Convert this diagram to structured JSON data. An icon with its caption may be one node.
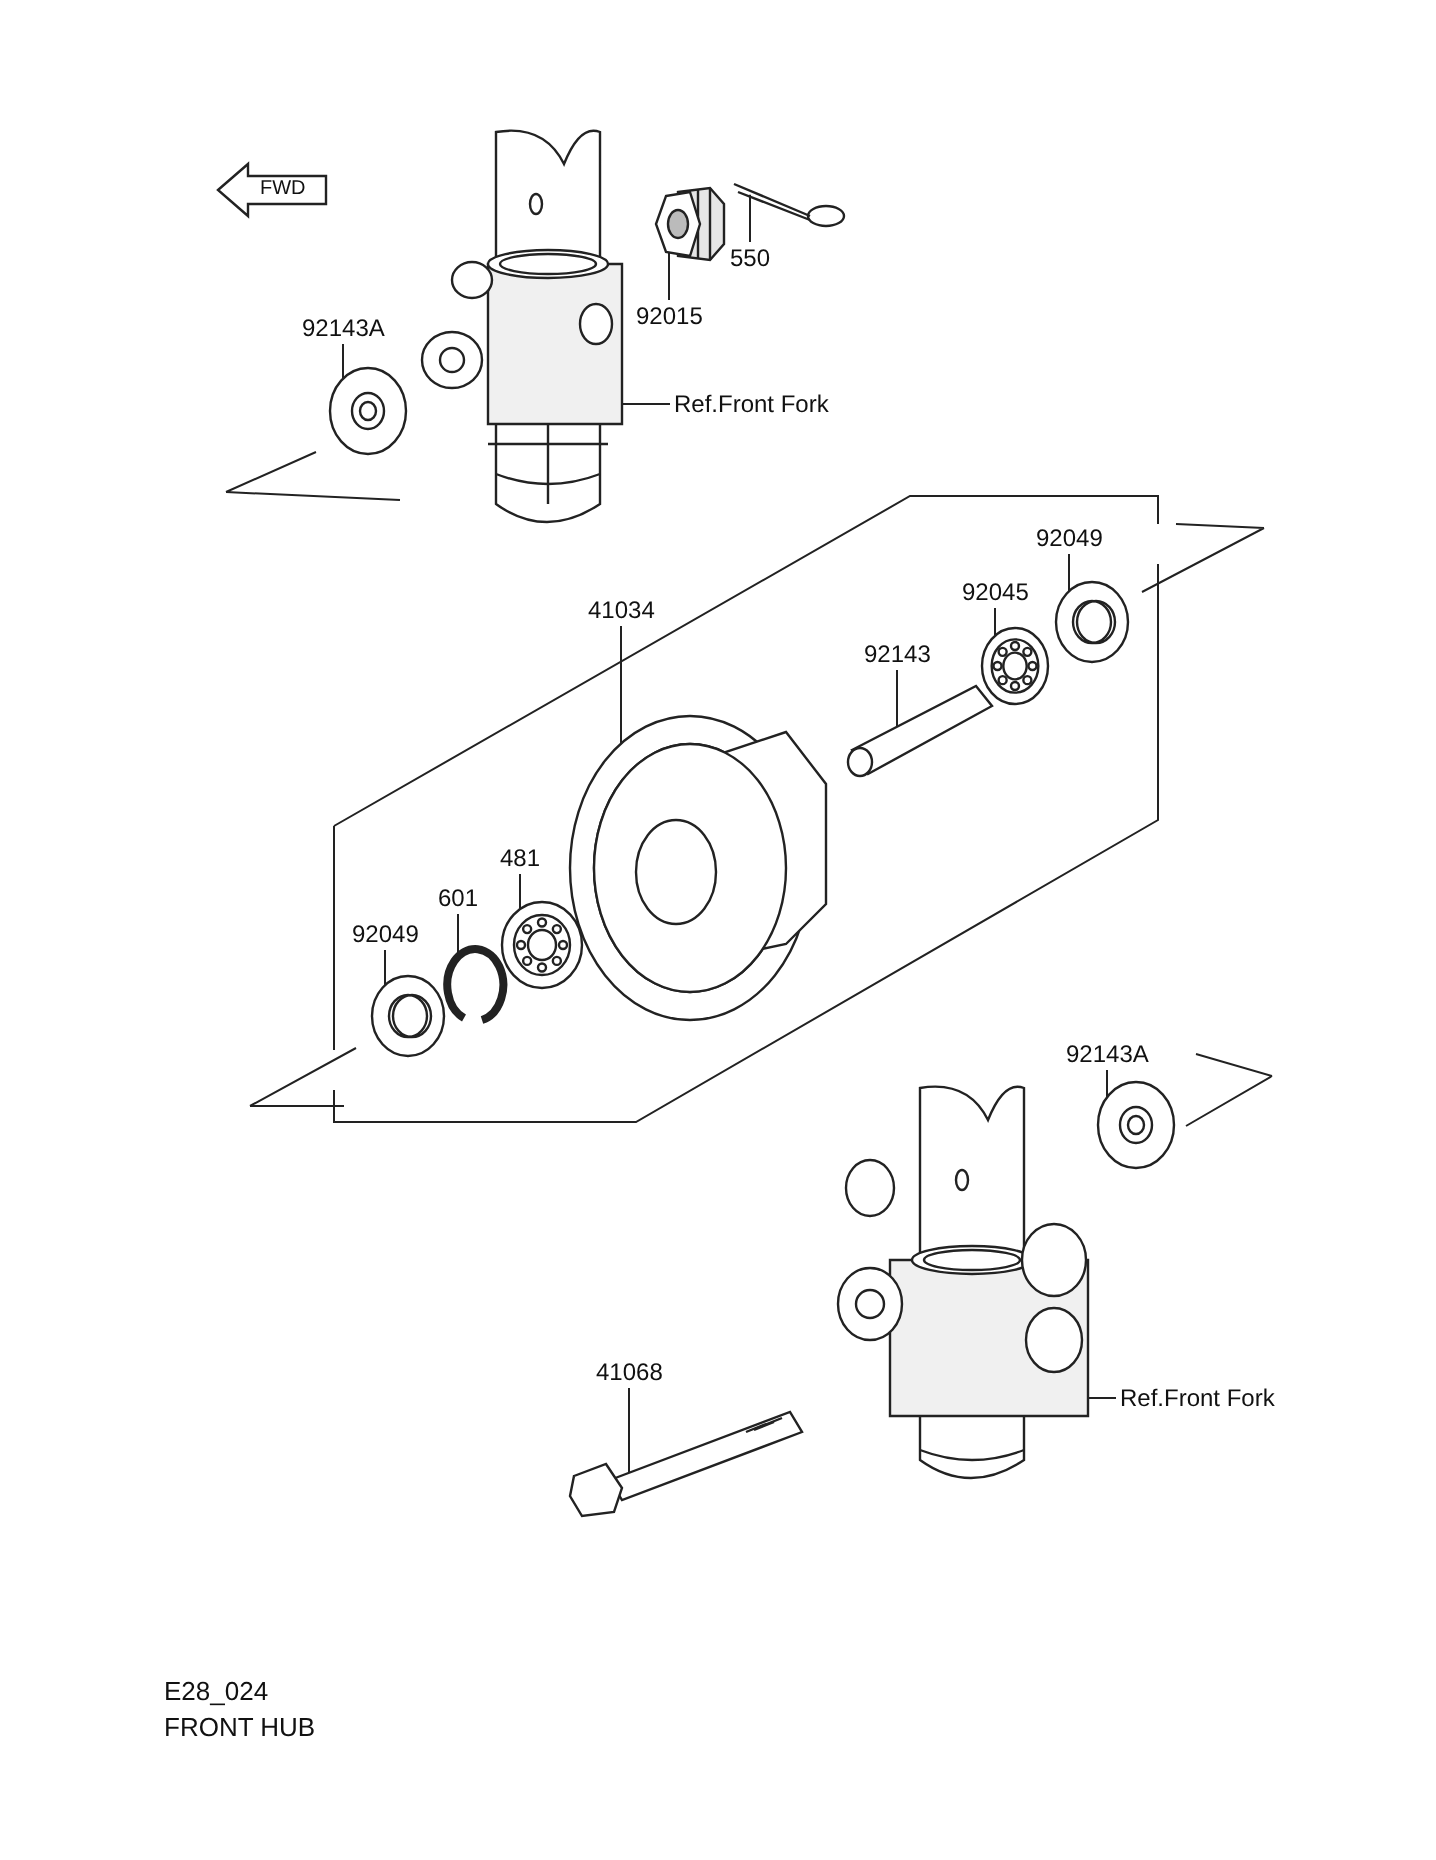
{
  "diagram": {
    "title": "FRONT HUB",
    "nodes": [
      {
        "text": [
          "550"
        ]
      },
      {
        "text": [
          "92015"
        ]
      },
      {
        "text": [
          "92143A"
        ]
      },
      {
        "text": [
          "Ref.Front Fork"
        ]
      },
      {
        "text": [
          "41034"
        ]
      },
      {
        "text": [
          "92049"
        ]
      },
      {
        "text": [
          "92045"
        ]
      },
      {
        "text": [
          "92143"
        ]
      },
      {
        "text": [
          "481"
        ]
      },
      {
        "text": [
          "601"
        ]
      },
      {
        "text": [
          "92049"
        ]
      },
      {
        "text": [
          "92143A"
        ]
      },
      {
        "text": [
          "41068"
        ]
      },
      {
        "text": [
          "Ref.Front Fork"
        ]
      },
      {
        "text": [],
        "shape": "picture"
      },
      {
        "text": [],
        "shape": "picture"
      },
      {
        "text": [],
        "shape": "picture"
      },
      {
        "text": [],
        "shape": "picture"
      },
      {
        "text": [],
        "shape": "picture"
      },
      {
        "text": [],
        "shape": "picture"
      },
      {
        "text": [],
        "shape": "picture"
      },
      {
        "text": [],
        "shape": "picture"
      },
      {
        "text": [],
        "shape": "picture"
      },
      {
        "text": [],
        "shape": "picture"
      },
      {
        "text": [],
        "shape": "picture"
      },
      {
        "text": [],
        "shape": "picture"
      },
      {
        "text": [],
        "shape": "picture"
      },
      {
        "text": [],
        "shape": "picture"
      }
    ],
    "edges": [
      {
        "from": 0,
        "to": 14,
        "arrow": "none"
      },
      {
        "from": 1,
        "to": 15,
        "arrow": "none"
      },
      {
        "from": 2,
        "to": 16,
        "arrow": "none"
      },
      {
        "from": 3,
        "to": 17,
        "arrow": "none"
      },
      {
        "from": 4,
        "to": 18,
        "arrow": "none"
      },
      {
        "from": 5,
        "to": 19,
        "arrow": "none"
      },
      {
        "from": 6,
        "to": 20,
        "arrow": "none"
      },
      {
        "from": 7,
        "to": 21,
        "arrow": "none"
      },
      {
        "from": 8,
        "to": 22,
        "arrow": "none"
      },
      {
        "from": 9,
        "to": 23,
        "arrow": "none"
      },
      {
        "from": 10,
        "to": 24,
        "arrow": "none"
      },
      {
        "from": 11,
        "to": 25,
        "arrow": "none"
      },
      {
        "from": 12,
        "to": 26,
        "arrow": "none"
      },
      {
        "from": 13,
        "to": 27,
        "arrow": "none"
      }
    ],
    "labels": [
      "FWD",
      "E28_024"
    ]
  }
}
